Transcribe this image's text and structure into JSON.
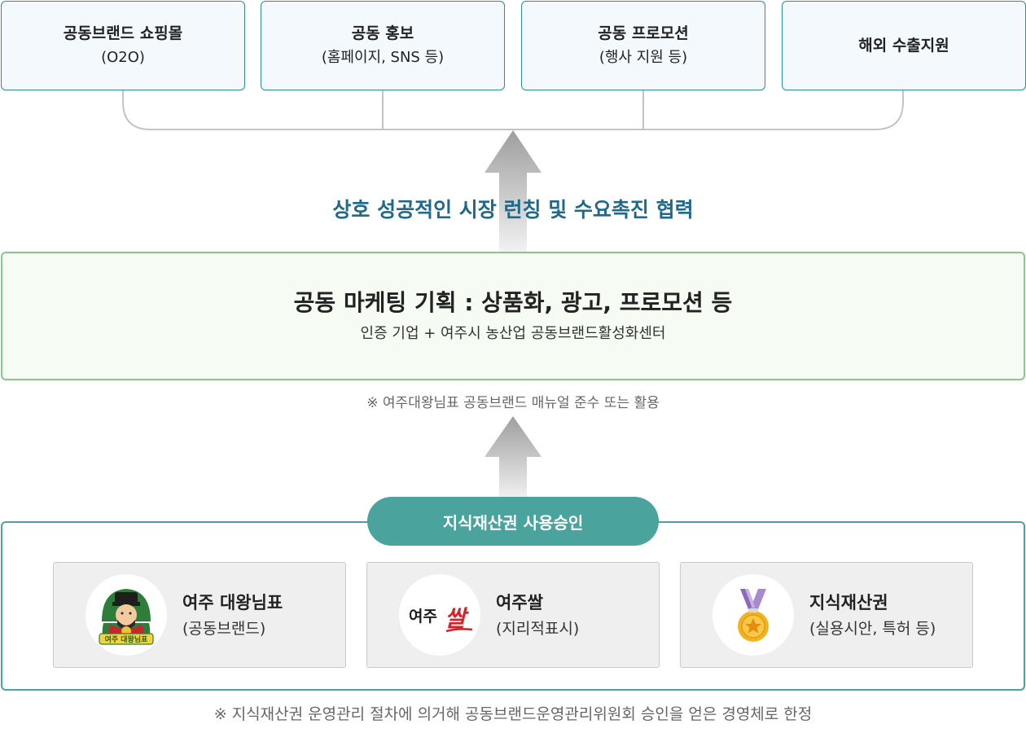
{
  "top_boxes": [
    {
      "line1": "공동브랜드 쇼핑몰",
      "line2": "(O2O)"
    },
    {
      "line1": "공동 홍보",
      "line2": "(홈페이지, SNS 등)"
    },
    {
      "line1": "공동 프로모션",
      "line2": "(행사 지원 등)"
    },
    {
      "line1": "해외 수출지원",
      "line2": ""
    }
  ],
  "mutual": "상호 성공적인 시장 런칭 및 수요촉진 협력",
  "plan": {
    "title": "공동 마케팅 기획 : 상품화, 광고, 프로모션 등",
    "subtitle": "인증 기업 + 여주시 농산업 공동브랜드활성화센터"
  },
  "note1": "※ 여주대왕님표 공동브랜드 매뉴얼 준수 또는 활용",
  "ip": {
    "header": "지식재산권 사용승인",
    "cards": [
      {
        "title": "여주 대왕님표",
        "sub": "(공동브랜드)",
        "logo_text": "여주 대왕님표",
        "icon": "king-logo-icon"
      },
      {
        "title": "여주쌀",
        "sub": "(지리적표시)",
        "logo_text_a": "여주",
        "logo_text_b": "쌀",
        "icon": "yeoju-rice-logo-icon"
      },
      {
        "title": "지식재산권",
        "sub": "(실용시안, 특허 등)",
        "icon": "medal-icon"
      }
    ]
  },
  "note2": "※ 지식재산권 운영관리 절차에 의거해 공동브랜드운영관리위원회 승인을 얻은 경영체로 한정",
  "colors": {
    "teal_border": "#2e8b9a",
    "green_border": "#86c98a",
    "pill": "#4aa39d",
    "mutual_text": "#1f6a8a",
    "arrow": "#a6a6a6"
  }
}
